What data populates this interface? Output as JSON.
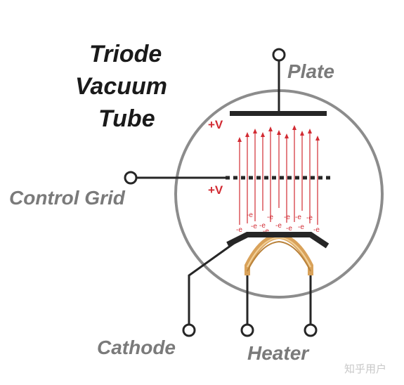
{
  "title": {
    "line1": "Triode",
    "line2": "Vacuum",
    "line3": "Tube"
  },
  "labels": {
    "plate": "Plate",
    "control_grid": "Control Grid",
    "cathode": "Cathode",
    "heater": "Heater",
    "plate_voltage": "+V",
    "grid_voltage": "+V"
  },
  "electron_label": "-e",
  "watermark": "知乎用户",
  "colors": {
    "envelope": "#8c8c8c",
    "wire": "#262626",
    "electron": "#d22b33",
    "label_gray": "#7a7a7a",
    "heater_coil": "#d9a25a"
  }
}
